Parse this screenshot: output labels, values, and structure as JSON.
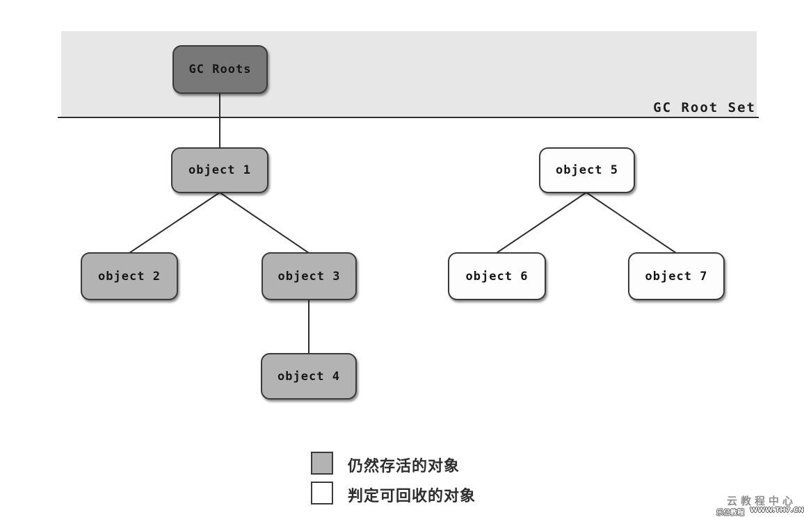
{
  "band": {
    "label": "GC Root Set"
  },
  "nodes": {
    "gc_roots": {
      "label": "GC Roots",
      "state": "root"
    },
    "object1": {
      "label": "object 1",
      "state": "alive"
    },
    "object2": {
      "label": "object 2",
      "state": "alive"
    },
    "object3": {
      "label": "object 3",
      "state": "alive"
    },
    "object4": {
      "label": "object 4",
      "state": "alive"
    },
    "object5": {
      "label": "object 5",
      "state": "recyclable"
    },
    "object6": {
      "label": "object 6",
      "state": "recyclable"
    },
    "object7": {
      "label": "object 7",
      "state": "recyclable"
    }
  },
  "edges": [
    [
      "gc_roots",
      "object1"
    ],
    [
      "object1",
      "object2"
    ],
    [
      "object1",
      "object3"
    ],
    [
      "object3",
      "object4"
    ],
    [
      "object5",
      "object6"
    ],
    [
      "object5",
      "object7"
    ]
  ],
  "legend": {
    "alive": {
      "label": "仍然存活的对象"
    },
    "recyclable": {
      "label": "判定可回收的对象"
    }
  },
  "watermark": {
    "title": "云教程中心",
    "logo": "乐亿教程",
    "url": "WWW.TH7.CN"
  },
  "colors": {
    "band_bg": "#e7e7e7",
    "root_node_bg": "#787878",
    "alive_node_bg": "#b3b3b3",
    "recyclable_node_bg": "#fdfdfd",
    "border_line": "#2e2e2e"
  }
}
